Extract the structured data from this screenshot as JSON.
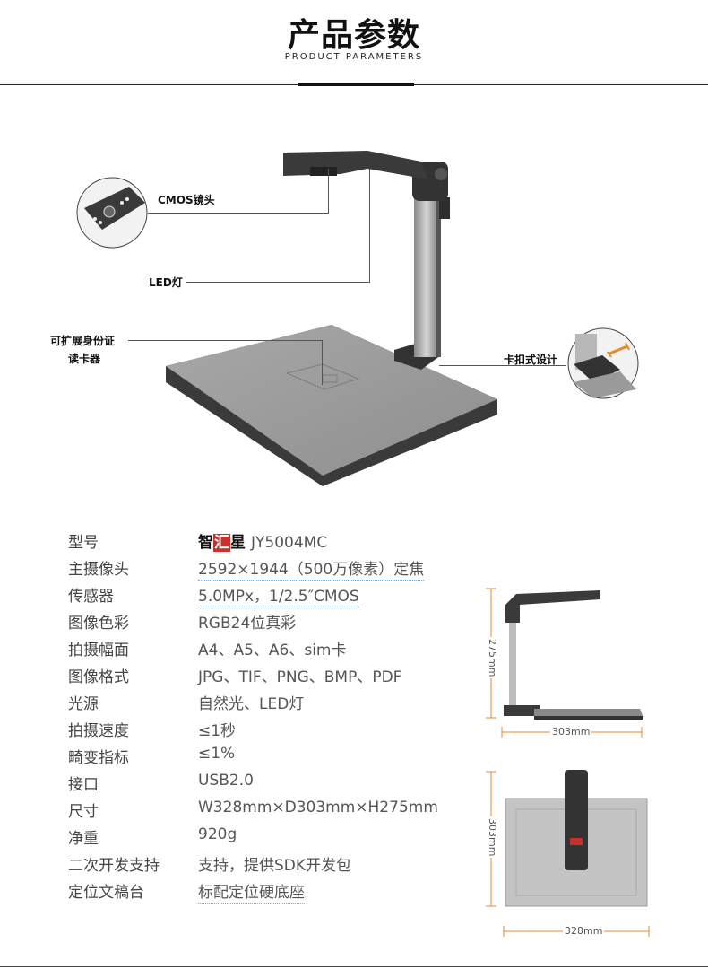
{
  "header": {
    "title": "产品参数",
    "subtitle": "PRODUCT PARAMETERS"
  },
  "callouts": {
    "cmos": "CMOS镜头",
    "led": "LED灯",
    "idcard_line1": "可扩展身份证",
    "idcard_line2": "读卡器",
    "clip": "卡扣式设计"
  },
  "brand": {
    "c1": "智",
    "c2": "汇",
    "c3": "星"
  },
  "specs": [
    {
      "label": "型号",
      "value": "JY5004MC"
    },
    {
      "label": "主摄像头",
      "value": "2592×1944（500万像素）定焦"
    },
    {
      "label": "传感器",
      "value": "5.0MPx，1/2.5″CMOS"
    },
    {
      "label": "图像色彩",
      "value": "RGB24位真彩"
    },
    {
      "label": "拍摄幅面",
      "value": "A4、A5、A6、sim卡"
    },
    {
      "label": "图像格式",
      "value": "JPG、TIF、PNG、BMP、PDF"
    },
    {
      "label": "光源",
      "value": "自然光、LED灯"
    },
    {
      "label": "拍摄速度",
      "value": "≤1秒"
    },
    {
      "label": "畸变指标",
      "value": "≤1%"
    },
    {
      "label": "接口",
      "value": "USB2.0"
    },
    {
      "label": "尺寸",
      "value": "W328mm×D303mm×H275mm"
    },
    {
      "label": "净重",
      "value": "920g"
    },
    {
      "label": "二次开发支持",
      "value": "支持，提供SDK开发包"
    },
    {
      "label": "定位文稿台",
      "value": "标配定位硬底座"
    }
  ],
  "dimensions": {
    "side_height": "275mm",
    "side_width": "303mm",
    "top_depth": "303mm",
    "top_width": "328mm"
  },
  "colors": {
    "accent_orange": "#e8892b",
    "brand_red": "#c9302c",
    "body_dark": "#3a3a3a",
    "base_grey": "#9a9a9a"
  }
}
